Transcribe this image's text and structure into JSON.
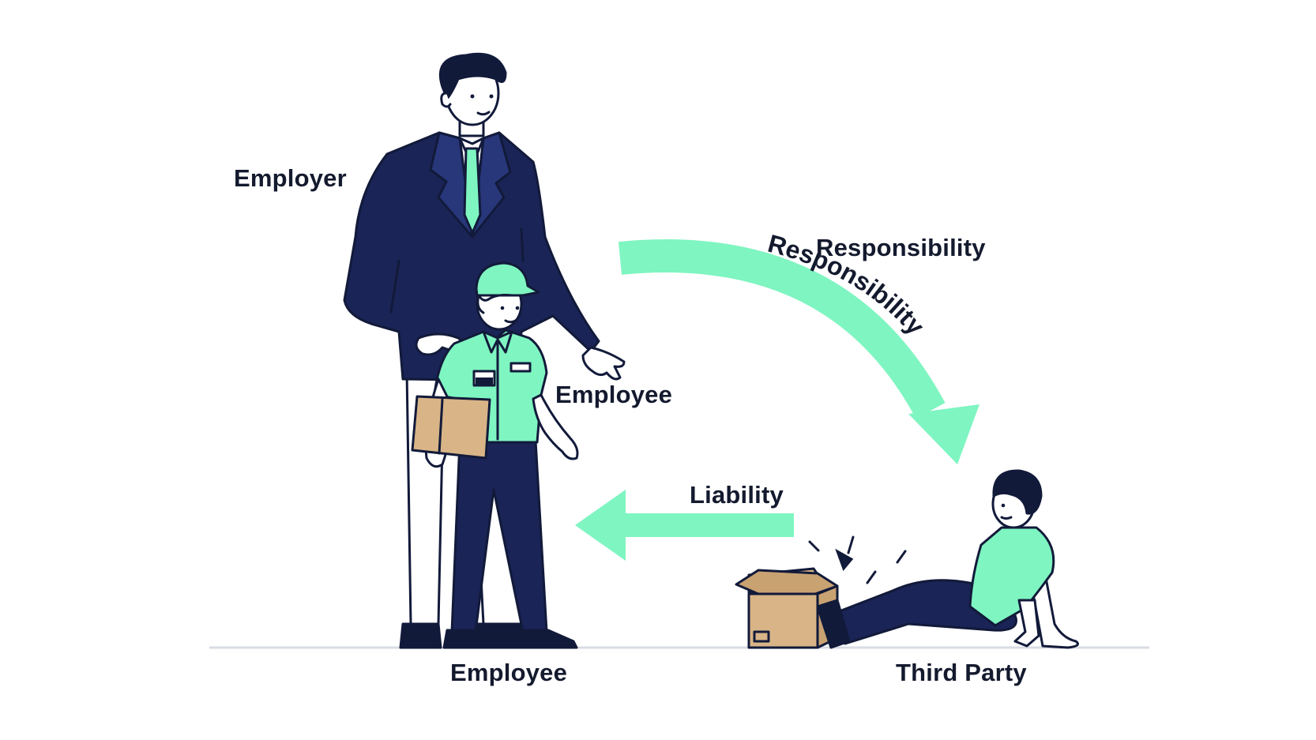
{
  "labels": {
    "employer": "Employer",
    "employee_side": "Employee",
    "responsibility_flat": "Responsibility",
    "responsibility_curved": "Responsibility",
    "liability": "Liability",
    "employee_bottom": "Employee",
    "third_party": "Third Party"
  },
  "colors": {
    "navy": "#1b2456",
    "mint": "#7ff5c1",
    "outline": "#121a3a",
    "box": "#d8b487",
    "ground": "#d9dce3"
  }
}
